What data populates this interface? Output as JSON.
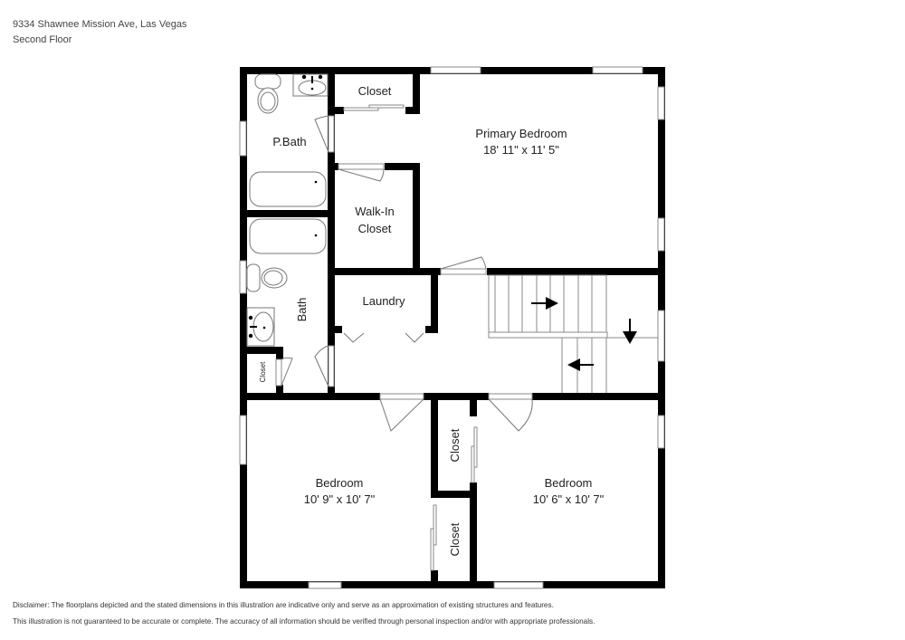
{
  "header": {
    "address": "9334 Shawnee Mission Ave, Las Vegas",
    "floor": "Second Floor"
  },
  "rooms": {
    "primary_bedroom": {
      "name": "Primary Bedroom",
      "dims": "18' 11\" x 11' 5\""
    },
    "closet_top": {
      "name": "Closet"
    },
    "pbath": {
      "name": "P.Bath"
    },
    "walkin": {
      "name": "Walk-In\nCloset",
      "line1": "Walk-In",
      "line2": "Closet"
    },
    "laundry": {
      "name": "Laundry"
    },
    "bath": {
      "name": "Bath"
    },
    "small_closet": {
      "name": "Closet"
    },
    "bedroom_left": {
      "name": "Bedroom",
      "dims": "10' 9\" x 10' 7\""
    },
    "bedroom_right": {
      "name": "Bedroom",
      "dims": "10' 6\" x 10' 7\""
    },
    "closet_mid_upper": {
      "name": "Closet"
    },
    "closet_mid_lower": {
      "name": "Closet"
    }
  },
  "disclaimer": {
    "line1": "Disclaimer: The floorplans depicted and the stated dimensions in this illustration are indicative only and serve as an approximation of existing structures and features.",
    "line2": "This illustration is not guaranteed to be accurate or complete. The accuracy of all information should be verified through personal inspection and/or with appropriate professionals."
  },
  "colors": {
    "wall": "#000000",
    "window": "#ffffff",
    "fixture_line": "#777777"
  }
}
